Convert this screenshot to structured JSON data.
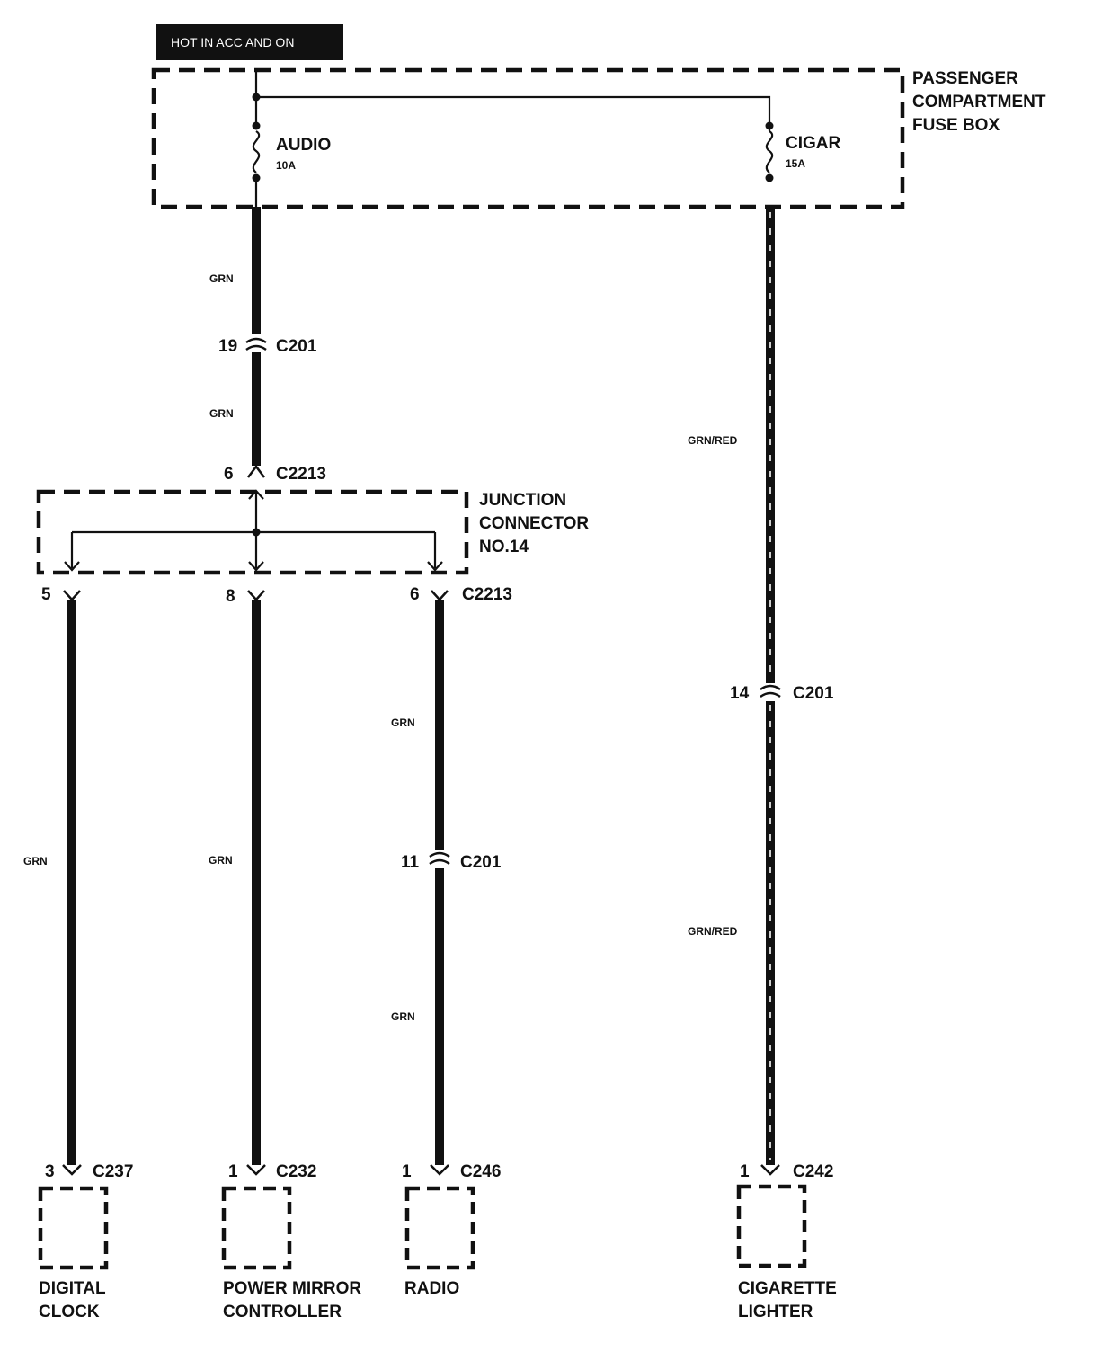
{
  "banner": "HOT IN ACC AND ON",
  "fuse_box": {
    "label_lines": [
      "PASSENGER",
      "COMPARTMENT",
      "FUSE BOX"
    ],
    "fuses": [
      {
        "name": "AUDIO",
        "rating": "10A"
      },
      {
        "name": "CIGAR",
        "rating": "15A"
      }
    ]
  },
  "junction": {
    "label_lines": [
      "JUNCTION",
      "CONNECTOR",
      "NO.14"
    ]
  },
  "wire_colors": {
    "grn": "GRN",
    "grn_red": "GRN/RED"
  },
  "connectors": [
    {
      "id": "c201_audio",
      "pin": "19",
      "name": "C201"
    },
    {
      "id": "c2213_in",
      "pin": "6",
      "name": "C2213"
    },
    {
      "id": "c2213_clock",
      "pin": "5",
      "name": ""
    },
    {
      "id": "c2213_mirror",
      "pin": "8",
      "name": ""
    },
    {
      "id": "c2213_radio",
      "pin": "6",
      "name": "C2213"
    },
    {
      "id": "c201_radio",
      "pin": "11",
      "name": "C201"
    },
    {
      "id": "c201_cigar",
      "pin": "14",
      "name": "C201"
    },
    {
      "id": "c237",
      "pin": "3",
      "name": "C237"
    },
    {
      "id": "c232",
      "pin": "1",
      "name": "C232"
    },
    {
      "id": "c246",
      "pin": "1",
      "name": "C246"
    },
    {
      "id": "c242",
      "pin": "1",
      "name": "C242"
    }
  ],
  "components": [
    {
      "id": "clock",
      "lines": [
        "DIGITAL",
        "CLOCK"
      ]
    },
    {
      "id": "mirror",
      "lines": [
        "POWER MIRROR",
        "CONTROLLER"
      ]
    },
    {
      "id": "radio",
      "lines": [
        "RADIO"
      ]
    },
    {
      "id": "lighter",
      "lines": [
        "CIGARETTE",
        "LIGHTER"
      ]
    }
  ],
  "colors": {
    "ink": "#111111",
    "paper": "#ffffff"
  }
}
